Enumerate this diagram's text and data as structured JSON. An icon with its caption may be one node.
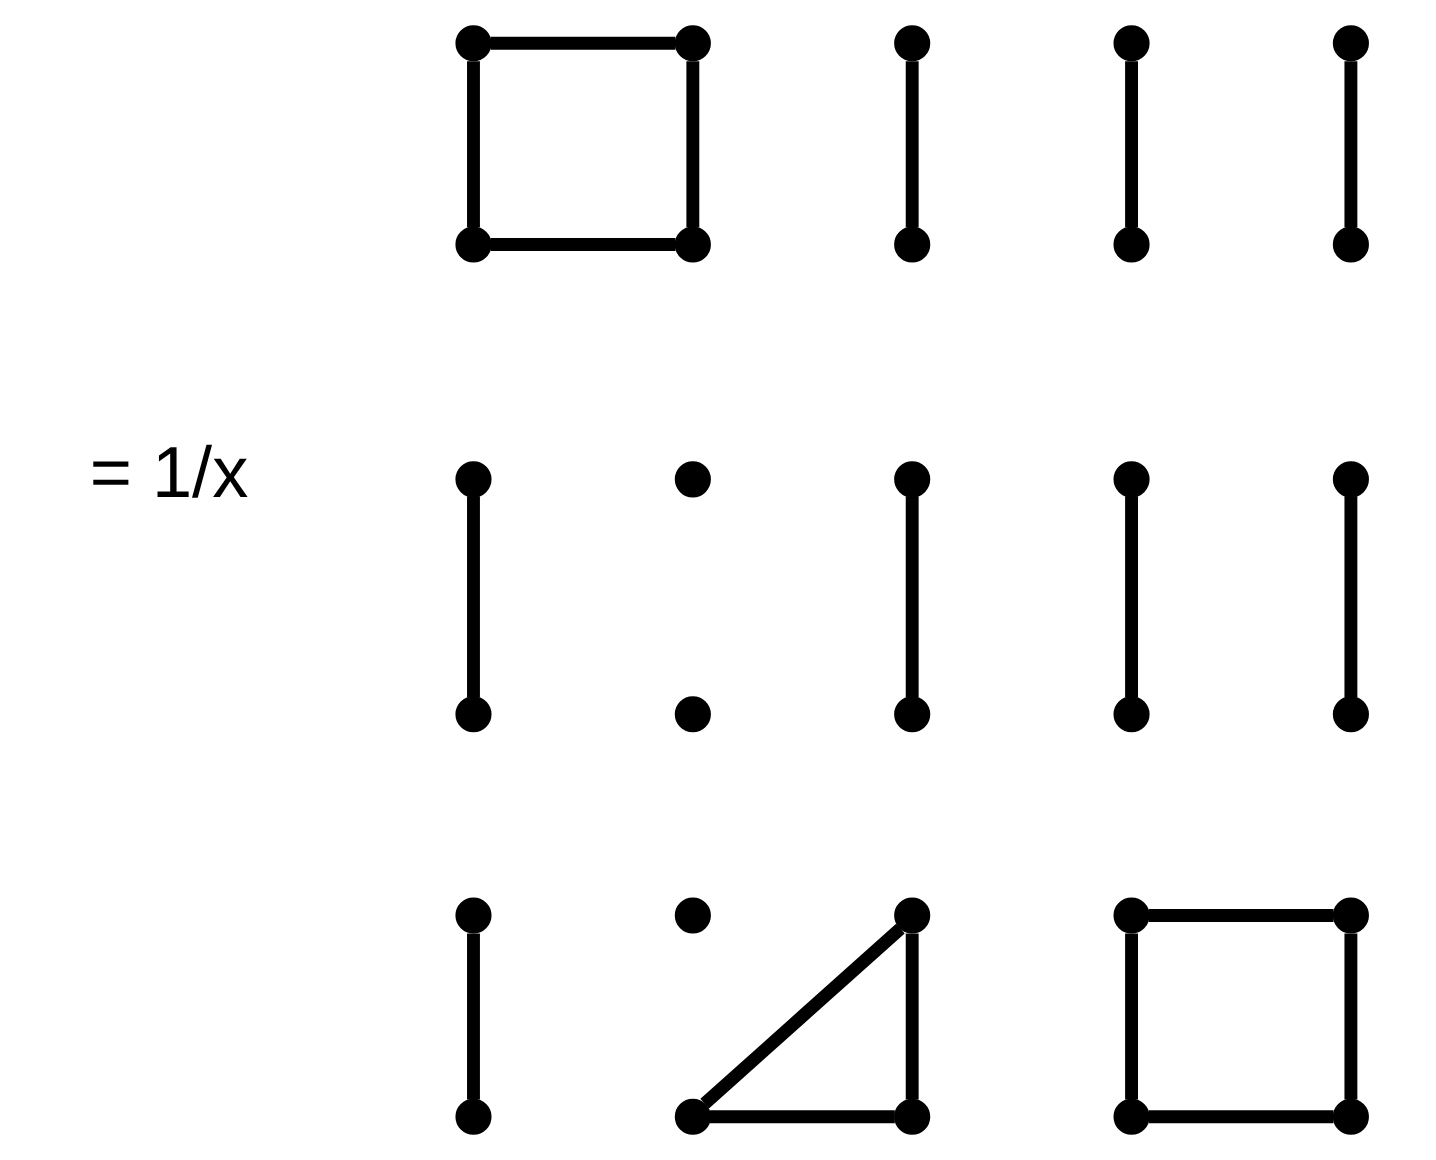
{
  "diagram": {
    "nodes": [
      {
        "text": [],
        "shape": "circle"
      },
      {
        "text": [],
        "shape": "circle"
      },
      {
        "text": [],
        "shape": "circle"
      },
      {
        "text": [],
        "shape": "circle"
      },
      {
        "text": [],
        "shape": "circle"
      },
      {
        "text": [],
        "shape": "circle"
      },
      {
        "text": [],
        "shape": "circle"
      },
      {
        "text": [],
        "shape": "circle"
      },
      {
        "text": [],
        "shape": "circle"
      },
      {
        "text": [],
        "shape": "circle"
      },
      {
        "text": [],
        "shape": "circle"
      },
      {
        "text": [],
        "shape": "circle"
      },
      {
        "text": [],
        "shape": "circle"
      },
      {
        "text": [],
        "shape": "circle"
      },
      {
        "text": [],
        "shape": "circle"
      },
      {
        "text": [],
        "shape": "circle"
      },
      {
        "text": [],
        "shape": "circle"
      },
      {
        "text": [],
        "shape": "circle"
      },
      {
        "text": [],
        "shape": "circle"
      },
      {
        "text": [],
        "shape": "circle"
      },
      {
        "text": [],
        "shape": "circle"
      },
      {
        "text": [],
        "shape": "circle"
      },
      {
        "text": [],
        "shape": "circle"
      },
      {
        "text": [],
        "shape": "circle"
      },
      {
        "text": [],
        "shape": "circle"
      },
      {
        "text": [],
        "shape": "circle"
      },
      {
        "text": [],
        "shape": "circle"
      },
      {
        "text": [],
        "shape": "circle"
      },
      {
        "text": [],
        "shape": "circle"
      },
      {
        "text": [],
        "shape": "circle"
      }
    ],
    "edges": [
      {
        "from": 0,
        "to": 1,
        "arrow": "none"
      },
      {
        "from": 0,
        "to": 2,
        "arrow": "none"
      },
      {
        "from": 1,
        "to": 3,
        "arrow": "none"
      },
      {
        "from": 2,
        "to": 3,
        "arrow": "none"
      },
      {
        "from": 4,
        "to": 5,
        "arrow": "none"
      },
      {
        "from": 6,
        "to": 7,
        "arrow": "none"
      },
      {
        "from": 8,
        "to": 9,
        "arrow": "none"
      },
      {
        "from": 10,
        "to": 11,
        "arrow": "none"
      },
      {
        "from": 14,
        "to": 15,
        "arrow": "none"
      },
      {
        "from": 16,
        "to": 17,
        "arrow": "none"
      },
      {
        "from": 18,
        "to": 19,
        "arrow": "none"
      },
      {
        "from": 20,
        "to": 21,
        "arrow": "none"
      },
      {
        "from": 23,
        "to": 24,
        "arrow": "none"
      },
      {
        "from": 24,
        "to": 25,
        "arrow": "none"
      },
      {
        "from": 23,
        "to": 25,
        "arrow": "none"
      },
      {
        "from": 26,
        "to": 27,
        "arrow": "none"
      },
      {
        "from": 26,
        "to": 28,
        "arrow": "none"
      },
      {
        "from": 27,
        "to": 29,
        "arrow": "none"
      },
      {
        "from": 28,
        "to": 29,
        "arrow": "none"
      }
    ],
    "labels": [
      "= 1/x"
    ]
  }
}
